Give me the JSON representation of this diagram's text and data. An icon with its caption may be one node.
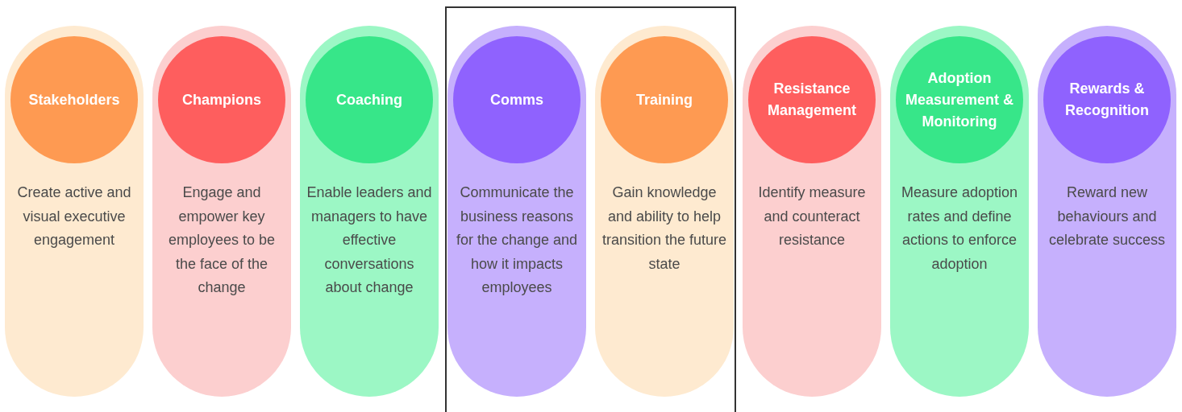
{
  "diagram": {
    "nodes": [
      {
        "text": [
          "Create active and visual executive engagement"
        ]
      },
      {
        "text": [
          "Stakeholders"
        ],
        "in": 0
      },
      {
        "text": [
          "Engage and empower key employees to be the face of the change"
        ]
      },
      {
        "text": [
          "Champions"
        ],
        "in": 2
      },
      {
        "text": [
          "Enable leaders and managers to have effective conversations about change"
        ]
      },
      {
        "text": [
          "Coaching"
        ],
        "in": 4
      },
      {
        "text": [],
        "shape": "box"
      },
      {
        "text": [
          "Communicate the business reasons for the change and how it impacts employees"
        ],
        "in": 6
      },
      {
        "text": [
          "Comms"
        ],
        "in": 7
      },
      {
        "text": [
          "Gain knowledge and ability to help transition the future state"
        ],
        "in": 6
      },
      {
        "text": [
          "Training"
        ],
        "in": 9
      },
      {
        "text": [
          "Identify measure and counteract resistance"
        ]
      },
      {
        "text": [
          "Resistance Management"
        ],
        "in": 11
      },
      {
        "text": [
          "Measure adoption rates and define actions to enforce adoption"
        ]
      },
      {
        "text": [
          "Adoption Measurement & Monitoring"
        ],
        "in": 13
      },
      {
        "text": [
          "Reward new behaviours and celebrate success"
        ]
      },
      {
        "text": [
          "Rewards & Recognition"
        ],
        "in": 15
      }
    ]
  }
}
